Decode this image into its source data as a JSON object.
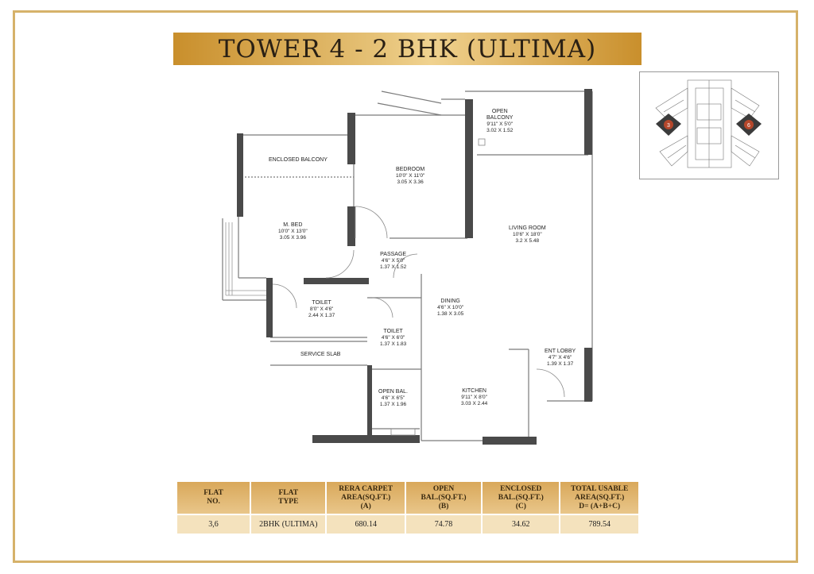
{
  "title": "TOWER 4 - 2 BHK (ULTIMA)",
  "rooms": {
    "open_balcony_top": {
      "name": "OPEN\nBALCONY",
      "dim1": "9'11\" X 5'0\"",
      "dim2": "3.02 X 1.52"
    },
    "enclosed_balcony": {
      "name": "ENCLOSED BALCONY"
    },
    "bedroom": {
      "name": "BEDROOM",
      "dim1": "10'0\" X 11'0\"",
      "dim2": "3.05 X 3.36"
    },
    "m_bed": {
      "name": "M. BED",
      "dim1": "10'0\" X 13'0\"",
      "dim2": "3.05 X 3.96"
    },
    "living_room": {
      "name": "LIVING ROOM",
      "dim1": "10'6\" X 18'0\"",
      "dim2": "3.2 X 5.48"
    },
    "passage": {
      "name": "PASSAGE",
      "dim1": "4'6\" X 5'0\"",
      "dim2": "1.37 X 1.52"
    },
    "toilet_1": {
      "name": "TOILET",
      "dim1": "8'0\" X 4'6\"",
      "dim2": "2.44 X 1.37"
    },
    "dining": {
      "name": "DINING",
      "dim1": "4'6\" X 10'0\"",
      "dim2": "1.38 X 3.05"
    },
    "toilet_2": {
      "name": "TOILET",
      "dim1": "4'6\" X 6'0\"",
      "dim2": "1.37 X 1.83"
    },
    "service_slab": {
      "name": "SERVICE SLAB"
    },
    "ent_lobby": {
      "name": "ENT LOBBY",
      "dim1": "4'7\" X 4'6\"",
      "dim2": "1.39 X 1.37"
    },
    "open_bal": {
      "name": "OPEN BAL.",
      "dim1": "4'6\" X 6'5\"",
      "dim2": "1.37 X 1.96"
    },
    "kitchen": {
      "name": "KITCHEN",
      "dim1": "9'11\" X 8'0\"",
      "dim2": "3.03 X 2.44"
    }
  },
  "key_plan": {
    "markers": [
      "3",
      "6"
    ],
    "highlight_color": "#b5472b"
  },
  "table": {
    "headers": [
      "FLAT\nNO.",
      "FLAT\nTYPE",
      "RERA CARPET\nAREA(SQ.FT.)\n(A)",
      "OPEN\nBAL.(SQ.FT.)\n(B)",
      "ENCLOSED\nBAL.(SQ.FT.)\n(C)",
      "TOTAL USABLE\nAREA(SQ.FT.)\nD= (A+B+C)"
    ],
    "rows": [
      [
        "3,6",
        "2BHK (ULTIMA)",
        "680.14",
        "74.78",
        "34.62",
        "789.54"
      ]
    ]
  },
  "colors": {
    "accent": "#d6b26a",
    "wall": "#4a4a4a",
    "table_body": "#f4e2bd"
  }
}
